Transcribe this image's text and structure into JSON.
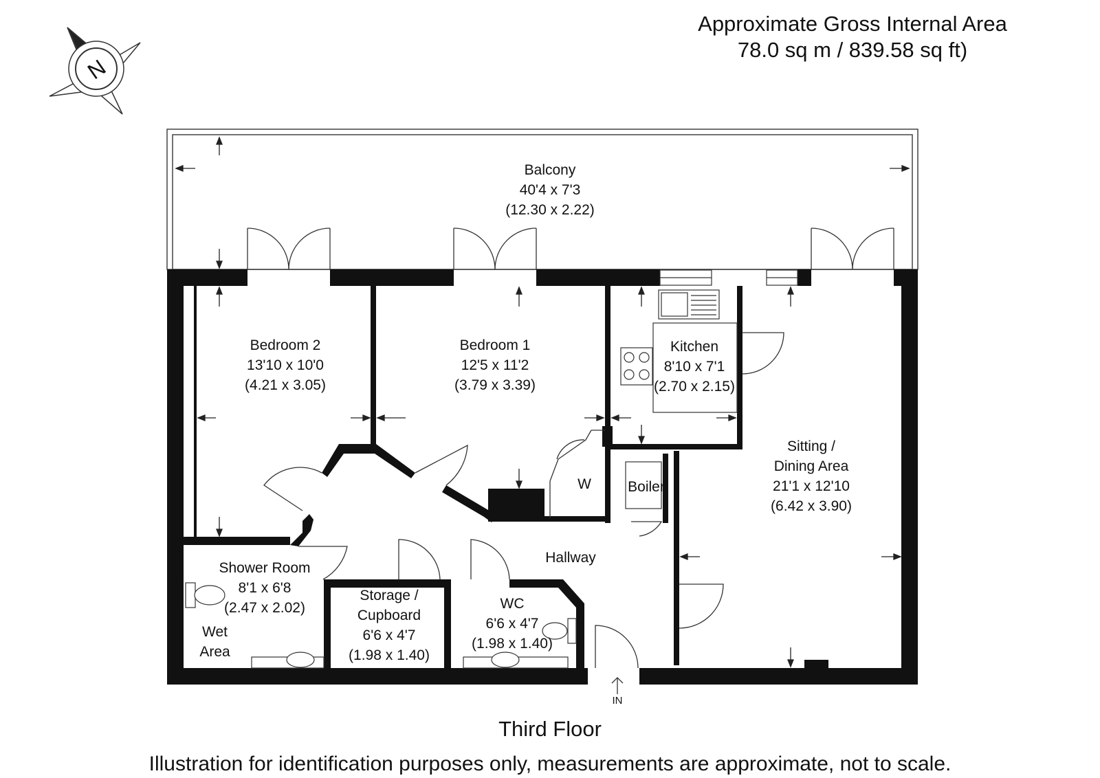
{
  "header": {
    "area_title": "Approximate Gross Internal Area",
    "area_value": "78.0 sq m / 839.58 sq ft)"
  },
  "compass": {
    "icon": "north-compass-icon",
    "letter": "N"
  },
  "rooms": {
    "balcony": {
      "name": "Balcony",
      "imperial": "40'4 x 7'3",
      "metric": "(12.30 x 2.22)"
    },
    "bedroom2": {
      "name": "Bedroom 2",
      "imperial": "13'10 x 10'0",
      "metric": "(4.21 x 3.05)"
    },
    "bedroom1": {
      "name": "Bedroom 1",
      "imperial": "12'5 x 11'2",
      "metric": "(3.79 x 3.39)"
    },
    "kitchen": {
      "name": "Kitchen",
      "imperial": "8'10 x 7'1",
      "metric": "(2.70 x 2.15)"
    },
    "sitting": {
      "name_line1": "Sitting /",
      "name_line2": "Dining Area",
      "imperial": "21'1 x 12'10",
      "metric": "(6.42 x 3.90)"
    },
    "wardrobe": {
      "name": "W"
    },
    "boiler": {
      "name": "Boiler"
    },
    "hallway": {
      "name": "Hallway"
    },
    "shower": {
      "name": "Shower Room",
      "imperial": "8'1 x 6'8",
      "metric": "(2.47 x 2.02)"
    },
    "wet_area": {
      "line1": "Wet",
      "line2": "Area"
    },
    "storage": {
      "name_line1": "Storage /",
      "name_line2": "Cupboard",
      "imperial": "6'6 x 4'7",
      "metric": "(1.98 x 1.40)"
    },
    "wc": {
      "name": "WC",
      "imperial": "6'6 x 4'7",
      "metric": "(1.98 x 1.40)"
    }
  },
  "entrance": {
    "label": "IN"
  },
  "footer": {
    "floor": "Third Floor",
    "disclaimer": "Illustration for identification purposes only, measurements are approximate, not to scale."
  }
}
